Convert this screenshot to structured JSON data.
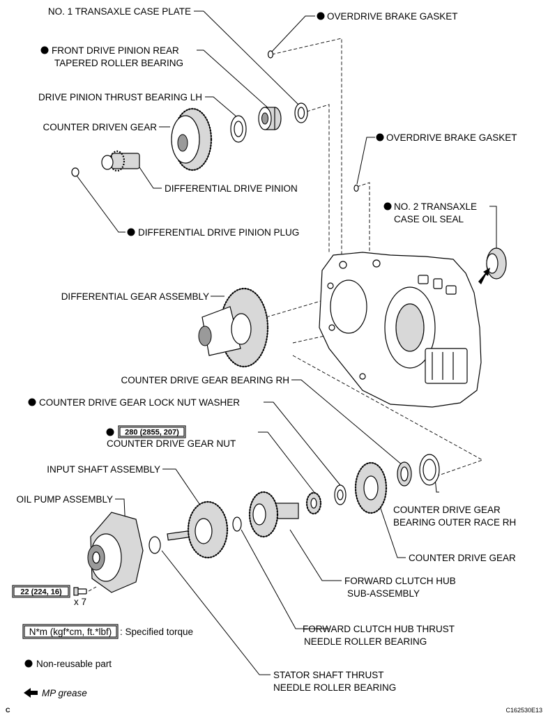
{
  "labels": {
    "case_plate": "NO. 1 TRANSAXLE CASE PLATE",
    "overdrive_gasket_1": "OVERDRIVE BRAKE GASKET",
    "front_pinion_bearing_1": "FRONT DRIVE PINION REAR",
    "front_pinion_bearing_2": "TAPERED ROLLER BEARING",
    "pinion_thrust_bearing": "DRIVE PINION THRUST BEARING LH",
    "counter_driven_gear": "COUNTER DRIVEN GEAR",
    "diff_drive_pinion": "DIFFERENTIAL DRIVE PINION",
    "diff_pinion_plug": "DIFFERENTIAL DRIVE PINION PLUG",
    "overdrive_gasket_2": "OVERDRIVE BRAKE GASKET",
    "oil_seal_1": "NO. 2 TRANSAXLE",
    "oil_seal_2": "CASE OIL SEAL",
    "diff_gear_assembly": "DIFFERENTIAL GEAR ASSEMBLY",
    "counter_bearing_rh": "COUNTER DRIVE GEAR BEARING RH",
    "lock_nut_washer": "COUNTER DRIVE GEAR LOCK NUT WASHER",
    "torque_nut": "280 (2855, 207)",
    "counter_drive_nut": "COUNTER DRIVE GEAR NUT",
    "input_shaft": "INPUT SHAFT ASSEMBLY",
    "oil_pump": "OIL PUMP ASSEMBLY",
    "outer_race_1": "COUNTER DRIVE GEAR",
    "outer_race_2": "BEARING OUTER RACE RH",
    "counter_drive_gear": "COUNTER DRIVE GEAR",
    "torque_pump": "22 (224, 16)",
    "bolt_count": "x 7",
    "fwd_hub_1": "FORWARD CLUTCH HUB",
    "fwd_hub_2": "SUB-ASSEMBLY",
    "fwd_thrust_1": "FORWARD CLUTCH HUB THRUST",
    "fwd_thrust_2": "NEEDLE ROLLER BEARING",
    "stator_1": "STATOR SHAFT THRUST",
    "stator_2": "NEEDLE ROLLER BEARING"
  },
  "legend": {
    "torque_box": "N*m (kgf*cm, ft.*lbf)",
    "torque_text": ": Specified torque",
    "nonreusable": "Non-reusable part",
    "grease": "MP grease"
  },
  "footer": {
    "letter": "C",
    "code": "C162530E13"
  },
  "colors": {
    "ink": "#000000",
    "paper": "#ffffff"
  }
}
